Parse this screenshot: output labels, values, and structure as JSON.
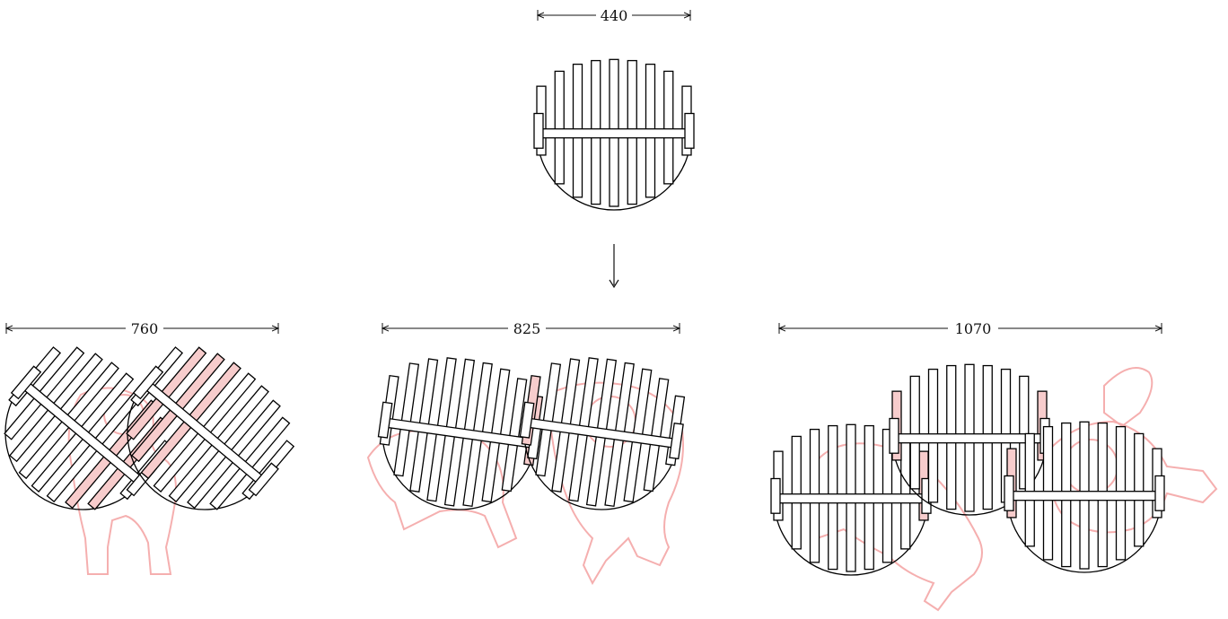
{
  "dimensions": {
    "single": "440",
    "config_a": "760",
    "config_b": "825",
    "config_c": "1070"
  },
  "colors": {
    "outline": "#000000",
    "highlight_slat": "#f7cccc",
    "person_outline": "#f4a6a6"
  },
  "icons": {
    "arrow": "down-arrow-icon"
  }
}
